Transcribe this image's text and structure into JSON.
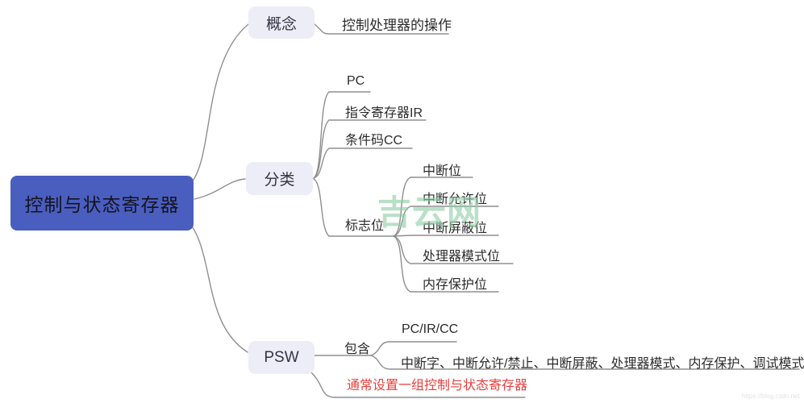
{
  "root": {
    "label": "控制与状态寄存器"
  },
  "concept": {
    "label": "概念",
    "definition": "控制处理器的操作"
  },
  "classification": {
    "label": "分类",
    "items": [
      "PC",
      "指令寄存器IR",
      "条件码CC"
    ],
    "flag_bits": {
      "label": "标志位",
      "items": [
        "中断位",
        "中断允许位",
        "中断屏蔽位",
        "处理器模式位",
        "内存保护位"
      ]
    }
  },
  "psw": {
    "label": "PSW",
    "contains": {
      "label": "包含",
      "items": [
        "PC/IR/CC",
        "中断字、中断允许/禁止、中断屏蔽、处理器模式、内存保护、调试模式"
      ]
    },
    "note": "通常设置一组控制与状态寄存器"
  },
  "watermarks": {
    "center": "吉云网",
    "bottom_right": "https://blog.csdn.net"
  },
  "colors": {
    "root_bg": "#4a5ec0",
    "node_bg": "#ecedf6",
    "line": "#8f8f8f",
    "note_red": "#e5413e",
    "watermark_green": "#8fcda6"
  }
}
